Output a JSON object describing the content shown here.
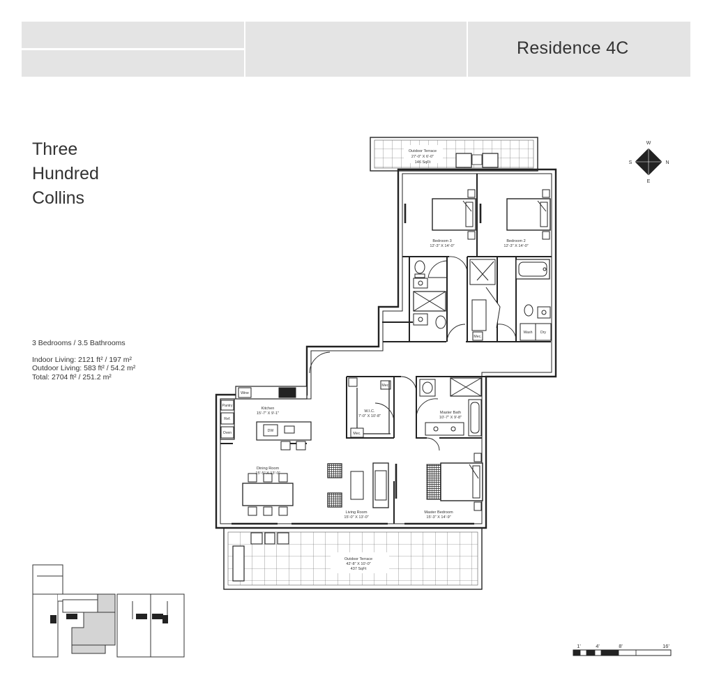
{
  "header": {
    "residence": "Residence 4C"
  },
  "project": {
    "line1": "Three",
    "line2": "Hundred",
    "line3": "Collins"
  },
  "specs": {
    "rooms": "3 Bedrooms / 3.5 Bathrooms",
    "indoor": "Indoor Living: 2121 ft² / 197 m²",
    "outdoor": "Outdoor Living: 583 ft² / 54.2 m²",
    "total": "Total: 2704 ft² / 251.2 m²"
  },
  "compass": {
    "w": "W",
    "s": "S",
    "n": "N",
    "e": "E"
  },
  "rooms": {
    "terrace_top": {
      "name": "Outdoor Terrace",
      "dims": "27'-0\" X 6'-0\"",
      "area": "146 SqFt"
    },
    "bedroom3": {
      "name": "Bedroom 3",
      "dims": "12'-3\" X 14'-0\""
    },
    "bedroom2": {
      "name": "Bedroom 2",
      "dims": "12'-3\" X 14'-0\""
    },
    "kitchen": {
      "name": "Kitchen",
      "dims": "15'-7\" X 9'-1\""
    },
    "wic": {
      "name": "W.I.C.",
      "dims": "7'-0\" X 10'-8\""
    },
    "master_bath": {
      "name": "Master Bath",
      "dims": "10'-7\" X 9'-8\""
    },
    "dining": {
      "name": "Dining Room",
      "dims": "15'-5\" X 13'-0\""
    },
    "living": {
      "name": "Living Room",
      "dims": "15'-0\" X 13'-0\""
    },
    "master_bedroom": {
      "name": "Master Bedroom",
      "dims": "15'-3\" X 14'-9\""
    },
    "terrace_bottom": {
      "name": "Outdoor Terrace",
      "dims": "42'-8\" X 10'-0\"",
      "area": "437 SqFt"
    }
  },
  "fixtures": {
    "wine": "Wine",
    "pantry": "Pantry",
    "ref": "Ref.",
    "oven": "Oven",
    "dw": "DW",
    "mec1": "Mec.",
    "mec2": "Mec.",
    "mec3": "Mec.",
    "wash": "Wash",
    "dry": "Dry"
  },
  "scale": {
    "l1": "1'",
    "l4": "4'",
    "l8": "8'",
    "l16": "16'"
  }
}
